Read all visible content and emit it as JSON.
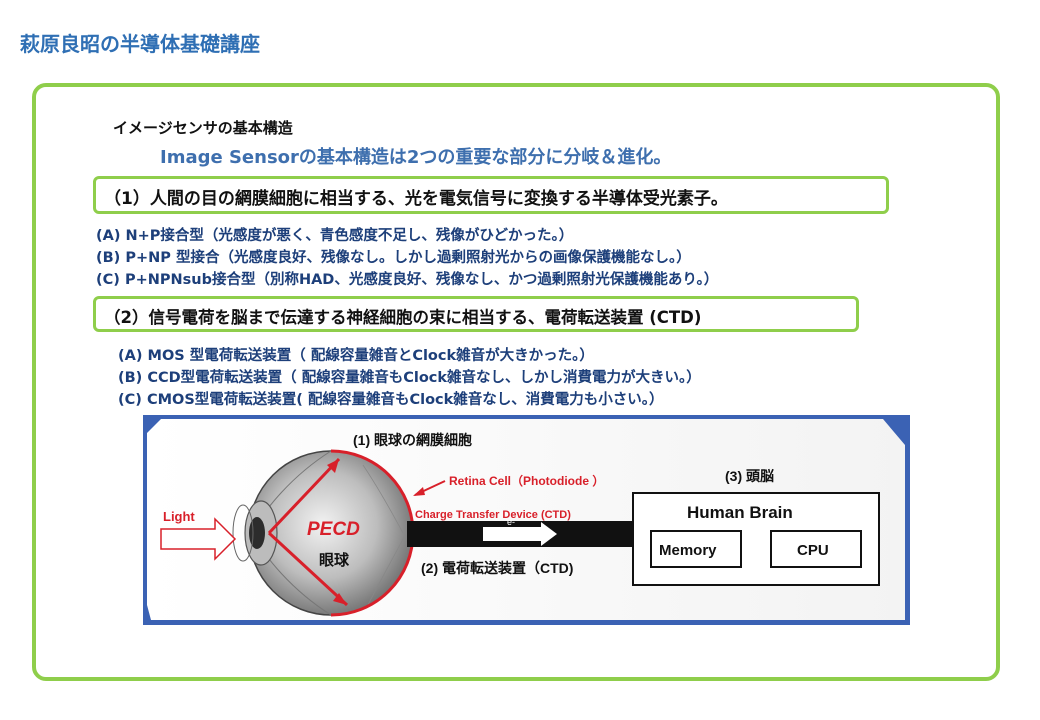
{
  "page_title": "萩原良昭の半導体基礎講座",
  "slide": {
    "subtitle": "イメージセンサの基本構造",
    "lead": "Image Sensorの基本構造は2つの重要な部分に分岐＆進化。",
    "section1": {
      "heading": "（1）人間の目の網膜細胞に相当する、光を電気信号に変換する半導体受光素子。",
      "items": [
        "(A) N+P接合型（光感度が悪く、青色感度不足し、残像がひどかった。）",
        "(B) P+NP 型接合（光感度良好、残像なし。しかし過剰照射光からの画像保護機能なし。）",
        "(C) P+NPNsub接合型（別称HAD、光感度良好、残像なし、かつ過剰照射光保護機能あり。）"
      ]
    },
    "section2": {
      "heading": "（2）信号電荷を脳まで伝達する神経細胞の束に相当する、電荷転送装置 (CTD)",
      "items": [
        "(A) MOS 型電荷転送装置（ 配線容量雑音とClock雑音が大きかった。）",
        "(B) CCD型電荷転送装置（ 配線容量雑音もClock雑音なし、しかし消費電力が大きい。）",
        "(C) CMOS型電荷転送装置( 配線容量雑音もClock雑音なし、消費電力も小さい。）"
      ]
    },
    "diagram": {
      "label_retina": "(1) 眼球の網膜細胞",
      "label_retina_cell": "Retina Cell（Photodiode ）",
      "label_brain_heading": "(3) 頭脳",
      "label_ctd_device": "Charge Transfer Device (CTD)",
      "label_electron": "e-",
      "label_light": "Light",
      "label_pecd": "PECD",
      "label_eyeball": "眼球",
      "label_ctd_jp": "(2) 電荷転送装置（CTD)",
      "label_human_brain": "Human Brain",
      "label_memory": "Memory",
      "label_cpu": "CPU",
      "colors": {
        "accent_red": "#d8202a",
        "frame_blue": "#3b62b4",
        "green": "#8fce4b"
      }
    }
  }
}
